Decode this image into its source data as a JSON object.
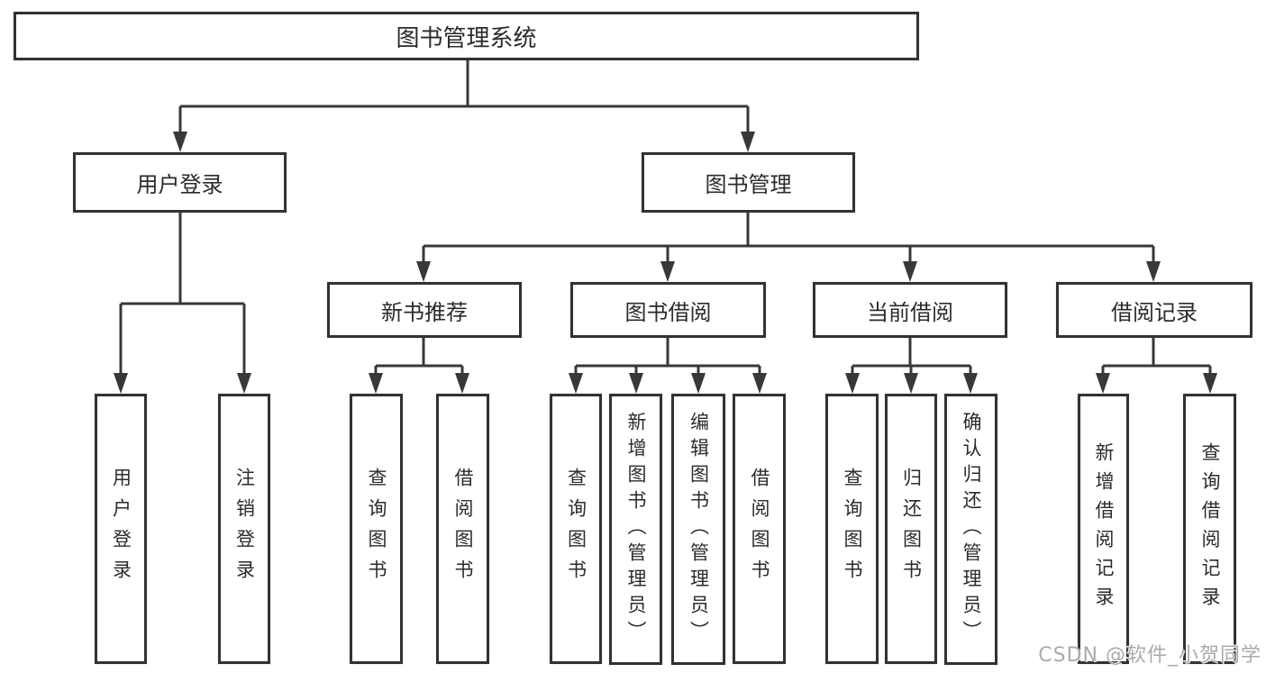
{
  "colors": {
    "background": "#ffffff",
    "line": "#383838",
    "box_border": "#323232",
    "box_fill": "#ffffff",
    "text": "#2b2b2b",
    "watermark": "#ababab"
  },
  "watermark": {
    "text": "CSDN @软件_小贺同学"
  },
  "tree": {
    "label": "图书管理系统",
    "children": [
      {
        "label": "用户登录",
        "children": [
          {
            "label": "用户登录"
          },
          {
            "label": "注销登录"
          }
        ]
      },
      {
        "label": "图书管理",
        "children": [
          {
            "label": "新书推荐",
            "children": [
              {
                "label": "查询图书"
              },
              {
                "label": "借阅图书"
              }
            ]
          },
          {
            "label": "图书借阅",
            "children": [
              {
                "label": "查询图书"
              },
              {
                "label": "新增图书（管理员）"
              },
              {
                "label": "编辑图书（管理员）"
              },
              {
                "label": "借阅图书"
              }
            ]
          },
          {
            "label": "当前借阅",
            "children": [
              {
                "label": "查询图书"
              },
              {
                "label": "归还图书"
              },
              {
                "label": "确认归还（管理员）"
              }
            ]
          },
          {
            "label": "借阅记录",
            "children": [
              {
                "label": "新增借阅记录"
              },
              {
                "label": "查询借阅记录"
              }
            ]
          }
        ]
      }
    ]
  }
}
